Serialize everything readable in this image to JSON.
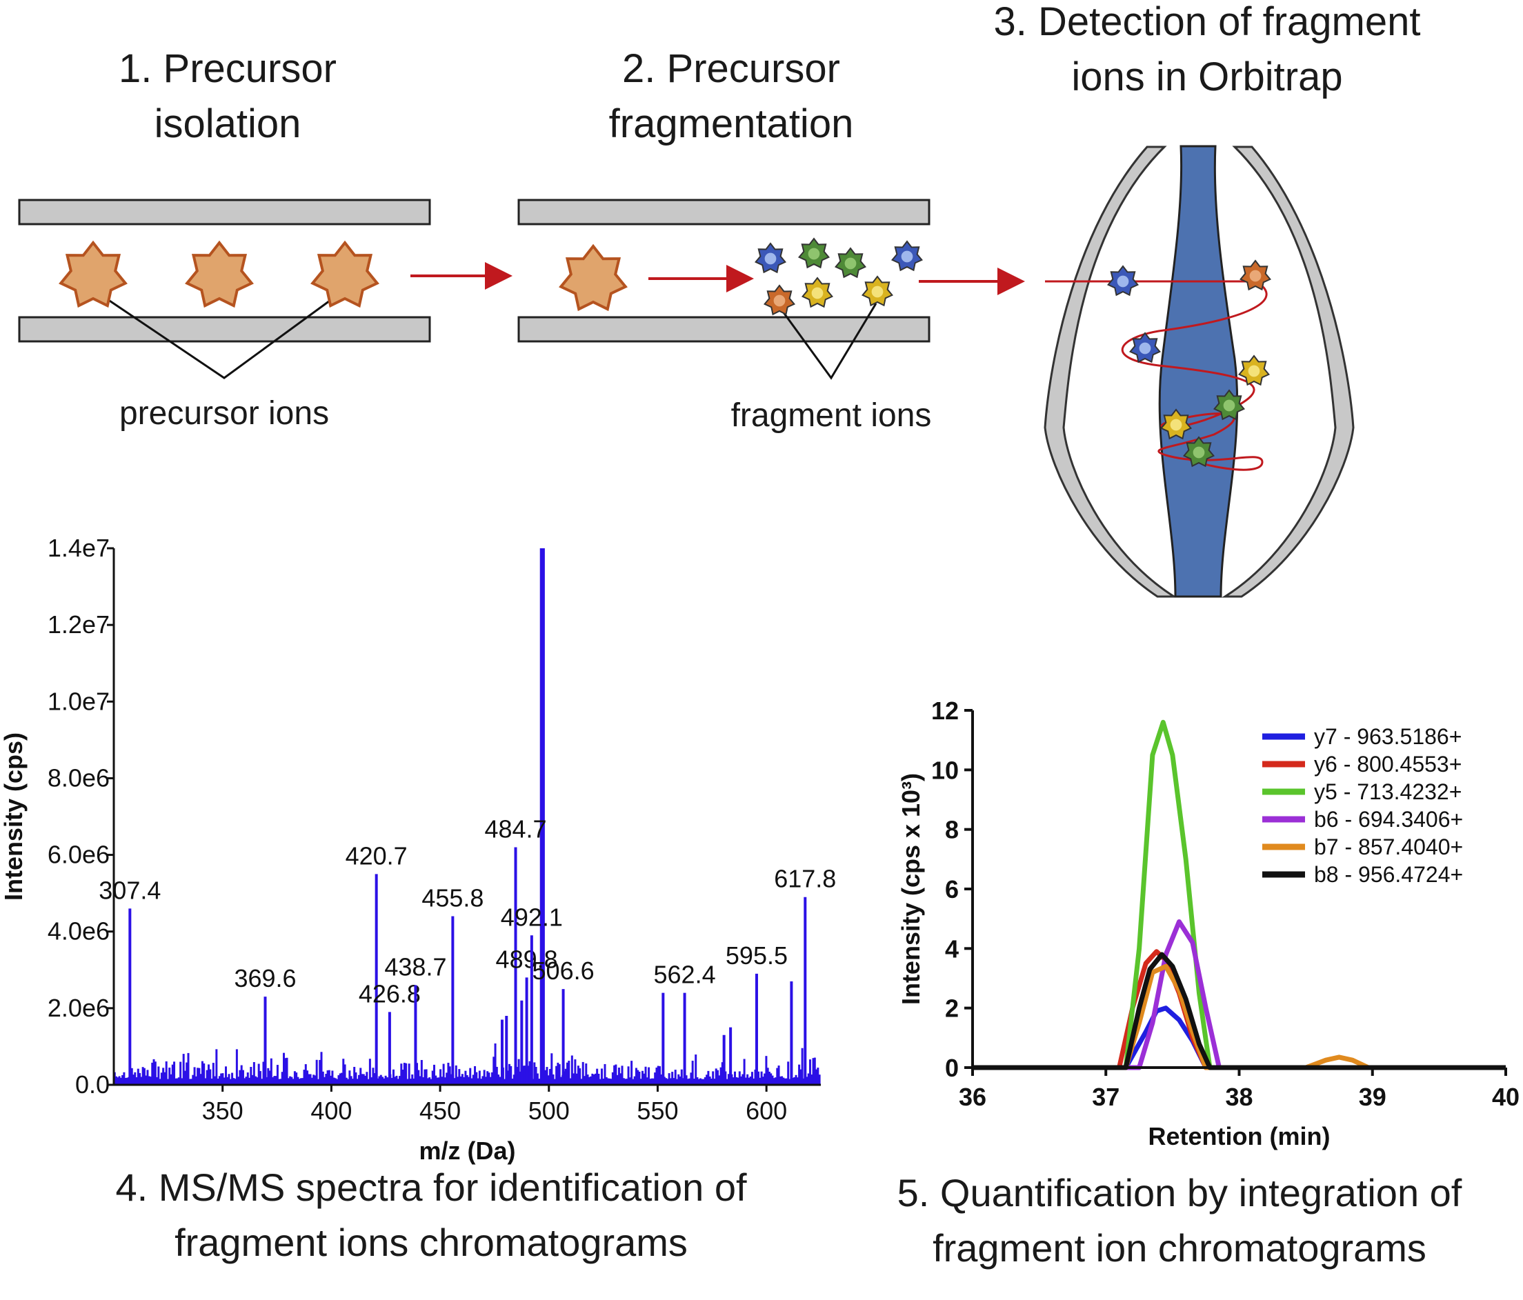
{
  "steps": {
    "s1": "1. Precursor isolation",
    "s1a": "1. Precursor",
    "s1b": "isolation",
    "s2a": "2. Precursor",
    "s2b": "fragmentation",
    "s3a": "3. Detection of fragment",
    "s3b": "ions in Orbitrap",
    "s4a": "4. MS/MS spectra for identification of",
    "s4b": "fragment ions chromatograms",
    "s5a": "5. Quantification by integration of",
    "s5b": "fragment ion chromatograms"
  },
  "labels": {
    "precursor_ions": "precursor ions",
    "fragment_ions": "fragment ions"
  },
  "colors": {
    "precursor": "#e0a46c",
    "precursor_stroke": "#b5531f",
    "plate": "#c8c8c8",
    "arrow": "#c0191e",
    "orbitrap_electrode": "#4d72b0",
    "spectrum": "#2b10e6",
    "ion_blue": "#3b58b8",
    "ion_green": "#4e8a37",
    "ion_yellow": "#d9b320",
    "ion_orange": "#c9692a"
  },
  "chart_data": [
    {
      "type": "bar",
      "xlabel": "m/z (Da)",
      "ylabel": "Intensity (cps)",
      "xlim": [
        300,
        625
      ],
      "ylim": [
        0,
        14000000
      ],
      "x_ticks": [
        "350",
        "400",
        "450",
        "500",
        "550",
        "600"
      ],
      "y_ticks": [
        "0.0",
        "2.0e6",
        "4.0e6",
        "6.0e6",
        "8.0e6",
        "1.0e7",
        "1.2e7",
        "1.4e7"
      ],
      "labeled_peaks": [
        {
          "x": 307.4,
          "y": 4600000,
          "label": "307.4"
        },
        {
          "x": 369.6,
          "y": 2300000,
          "label": "369.6"
        },
        {
          "x": 420.7,
          "y": 5500000,
          "label": "420.7"
        },
        {
          "x": 426.8,
          "y": 1900000,
          "label": "426.8"
        },
        {
          "x": 438.7,
          "y": 2600000,
          "label": "438.7"
        },
        {
          "x": 455.8,
          "y": 4400000,
          "label": "455.8"
        },
        {
          "x": 484.7,
          "y": 6200000,
          "label": "484.7"
        },
        {
          "x": 489.8,
          "y": 2800000,
          "label": "489.8"
        },
        {
          "x": 492.1,
          "y": 3900000,
          "label": "492.1"
        },
        {
          "x": 506.6,
          "y": 2500000,
          "label": "506.6"
        },
        {
          "x": 562.4,
          "y": 2400000,
          "label": "562.4"
        },
        {
          "x": 595.5,
          "y": 2900000,
          "label": "595.5"
        },
        {
          "x": 617.8,
          "y": 4900000,
          "label": "617.8"
        }
      ],
      "unlabeled_peaks": [
        {
          "x": 496.5,
          "y": 14000000
        },
        {
          "x": 497.5,
          "y": 14000000
        },
        {
          "x": 552.5,
          "y": 2400000
        },
        {
          "x": 611.5,
          "y": 2700000
        },
        {
          "x": 480.5,
          "y": 1800000
        },
        {
          "x": 478.5,
          "y": 1700000
        },
        {
          "x": 487.5,
          "y": 2200000
        },
        {
          "x": 580.5,
          "y": 1300000
        },
        {
          "x": 583.5,
          "y": 1500000
        }
      ]
    },
    {
      "type": "line",
      "xlabel": "Retention (min)",
      "ylabel": "Intensity (cps x 10³)",
      "xlim": [
        36,
        40
      ],
      "ylim": [
        0,
        12
      ],
      "x_ticks": [
        "36",
        "37",
        "38",
        "39",
        "40"
      ],
      "y_ticks": [
        "0",
        "2",
        "4",
        "6",
        "8",
        "10",
        "12"
      ],
      "series": [
        {
          "name": "y7 - 963.5186+",
          "color": "#1f1fe0",
          "x": [
            36,
            37.15,
            37.3,
            37.38,
            37.45,
            37.55,
            37.65,
            37.75,
            40
          ],
          "y": [
            0,
            0,
            1.2,
            1.9,
            2.0,
            1.6,
            0.9,
            0,
            0
          ]
        },
        {
          "name": "y6 - 800.4553+",
          "color": "#d42a1c",
          "x": [
            36,
            37.1,
            37.2,
            37.3,
            37.38,
            37.45,
            37.55,
            37.65,
            37.75,
            40
          ],
          "y": [
            0,
            0,
            2.0,
            3.5,
            3.9,
            3.6,
            2.5,
            1.0,
            0,
            0
          ]
        },
        {
          "name": "y5 - 713.4232+",
          "color": "#5ac42c",
          "x": [
            36,
            37.15,
            37.25,
            37.35,
            37.43,
            37.5,
            37.6,
            37.7,
            37.78,
            40
          ],
          "y": [
            0,
            0,
            4.0,
            10.5,
            11.6,
            10.5,
            7.0,
            2.5,
            0,
            0
          ]
        },
        {
          "name": "b6 - 694.3406+",
          "color": "#9b2fd6",
          "x": [
            36,
            37.25,
            37.35,
            37.45,
            37.55,
            37.65,
            37.75,
            37.85,
            40
          ],
          "y": [
            0,
            0,
            1.5,
            3.8,
            4.9,
            4.2,
            2.0,
            0,
            0
          ]
        },
        {
          "name": "b7 - 857.4040+",
          "color": "#e08a1e",
          "x": [
            36,
            37.15,
            37.25,
            37.35,
            37.45,
            37.55,
            37.65,
            37.75,
            38.5,
            38.65,
            38.75,
            38.85,
            38.97,
            40
          ],
          "y": [
            0,
            0,
            1.5,
            3.2,
            3.4,
            2.6,
            1.2,
            0,
            0,
            0.25,
            0.35,
            0.25,
            0,
            0
          ]
        },
        {
          "name": "b8 - 956.4724+",
          "color": "#111111",
          "x": [
            36,
            37.15,
            37.25,
            37.33,
            37.42,
            37.5,
            37.6,
            37.7,
            37.78,
            40
          ],
          "y": [
            0,
            0,
            2.0,
            3.3,
            3.8,
            3.4,
            2.3,
            0.8,
            0,
            0
          ]
        }
      ]
    }
  ]
}
